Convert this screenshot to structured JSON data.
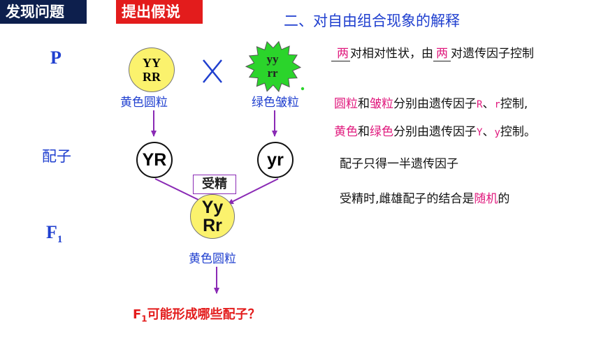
{
  "tags": {
    "discover": "发现问题",
    "hypothesis": "提出假说"
  },
  "heading": "二、对自由组合现象的解释",
  "rows": {
    "p": "P",
    "gamete": "配子",
    "f1_main": "F",
    "f1_sub": "1"
  },
  "parent_left": {
    "line1": "YY",
    "line2": "RR",
    "label": "黄色圆粒",
    "color": "#fbf26d"
  },
  "cross_symbol": "X",
  "parent_right": {
    "line1": "yy",
    "line2": "rr",
    "label": "绿色皱粒",
    "color": "#2bd42b"
  },
  "gamete_left": "YR",
  "gamete_right": "yr",
  "fertilization": "受精",
  "offspring": {
    "line1": "Yy",
    "line2": "Rr",
    "label": "黄色圆粒",
    "color": "#fbf26d"
  },
  "question": {
    "main": "F",
    "sub": "1",
    "rest": "可能形成哪些配子？"
  },
  "explanations": {
    "l1": {
      "blank1": "两",
      "t1": "对相对性状，由",
      "blank2": "两",
      "t2": "对遗传因子控制"
    },
    "l2": {
      "a": "圆粒",
      "b": "和",
      "c": "皱粒",
      "d": "分别由遗传因子",
      "e": "R",
      "f": "、",
      "g": "r",
      "h": "控制,"
    },
    "l3": {
      "a": "黄色",
      "b": "和",
      "c": "绿色",
      "d": "分别由遗传因子",
      "e": "Y",
      "f": "、",
      "g": "y",
      "h": "控制。"
    },
    "l4": "配子只得一半遗传因子",
    "l5": {
      "a": "受精时,雌雄配子的结合是",
      "b": "随机",
      "c": "的"
    }
  },
  "colors": {
    "dark_tag": "#0d1f4d",
    "red_tag": "#e31c1c",
    "blue": "#1f3fcf",
    "pink": "#e0197d",
    "arrow": "#8a2ab5"
  }
}
